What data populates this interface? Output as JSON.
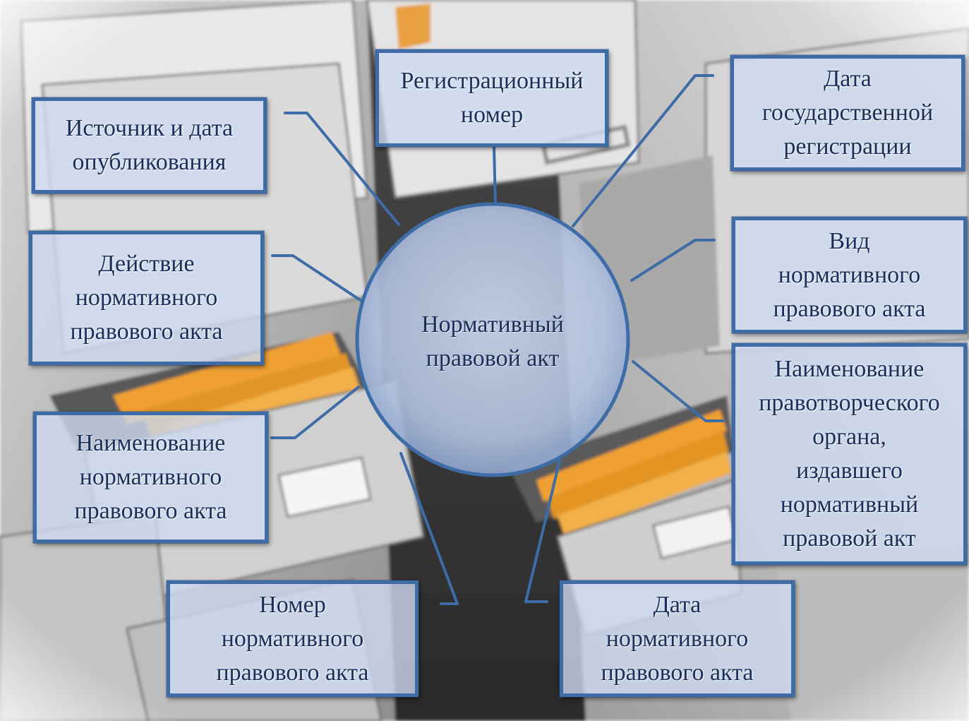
{
  "center": {
    "lines": [
      "Нормативный",
      "правовой акт"
    ]
  },
  "nodes": {
    "registration_number": {
      "lines": [
        "Регистрационный",
        "номер"
      ]
    },
    "registration_date": {
      "lines": [
        "Дата",
        "государственной",
        "регистрации"
      ]
    },
    "source_publication": {
      "lines": [
        "Источник и дата",
        "опубликования"
      ]
    },
    "act_effect": {
      "lines": [
        "Действие",
        "нормативного",
        "правового акта"
      ]
    },
    "act_type": {
      "lines": [
        "Вид",
        "нормативного",
        "правового акта"
      ]
    },
    "issuing_body": {
      "lines": [
        "Наименование",
        "правотворческого",
        "органа,",
        "издавшего",
        "нормативный",
        "правовой акт"
      ]
    },
    "act_name": {
      "lines": [
        "Наименование",
        "нормативного",
        "правового акта"
      ]
    },
    "act_number": {
      "lines": [
        "Номер",
        "нормативного",
        "правового акта"
      ]
    },
    "act_date": {
      "lines": [
        "Дата",
        "нормативного",
        "правового акта"
      ]
    }
  },
  "colors": {
    "box_fill": "#cdd9f0",
    "box_border": "#3d6ca6",
    "connector": "#3d6ca6",
    "hub_fill": "#b8c8e4",
    "text": "#1b2e5a",
    "folder": "#f0a030"
  }
}
